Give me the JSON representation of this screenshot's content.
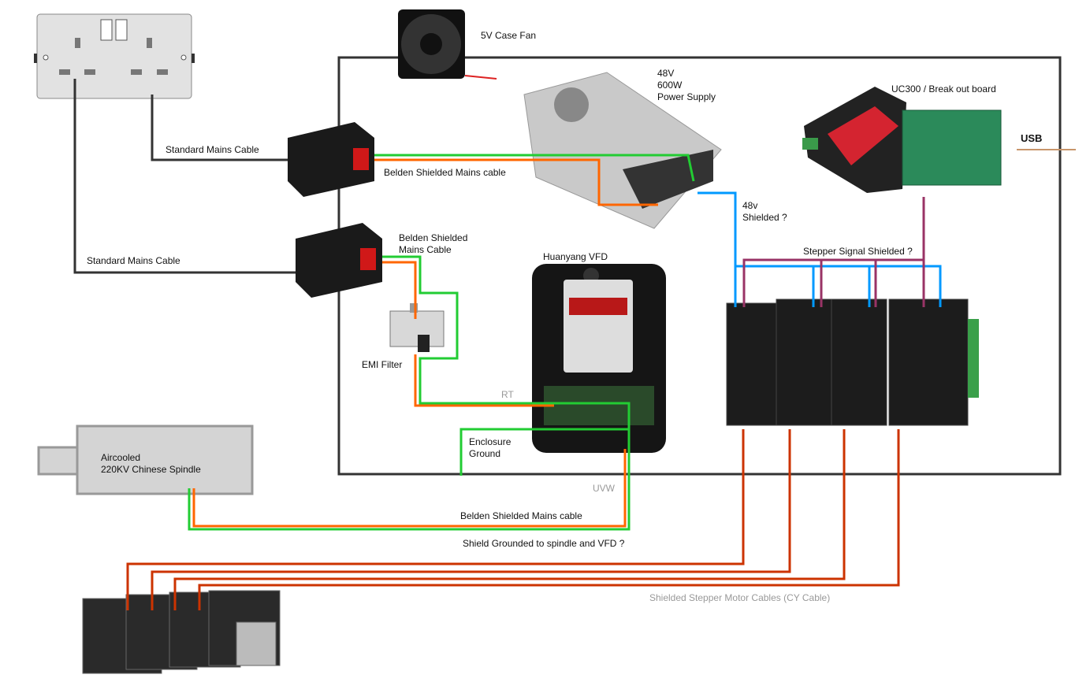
{
  "labels": {
    "fan": "5V Case Fan",
    "psu": "48V\n600W\nPower Supply",
    "uc300": "UC300 / Break out board",
    "usb": "USB",
    "mains1": "Standard Mains Cable",
    "belden1": "Belden Shielded Mains cable",
    "mains2": "Standard Mains Cable",
    "belden2": "Belden Shielded\nMains Cable",
    "v48": "48v\nShielded ?",
    "signal": "Stepper Signal Shielded ?",
    "vfd": "Huanyang VFD",
    "emi": "EMI Filter",
    "rt": "RT",
    "ground": "Enclosure\nGround",
    "uvw": "UVW",
    "spindle": "Aircooled\n220KV Chinese Spindle",
    "belden3": "Belden Shielded Mains cable",
    "shield": "Shield Grounded to spindle and VFD ?",
    "motor_cables": "Shielded Stepper Motor Cables (CY Cable)"
  },
  "colors": {
    "mains": "#333333",
    "ground": "#22cc33",
    "live": "#ff6600",
    "dc48": "#0099ff",
    "signal": "#993366",
    "motor": "#cc3300",
    "usb": "#c8956a"
  }
}
